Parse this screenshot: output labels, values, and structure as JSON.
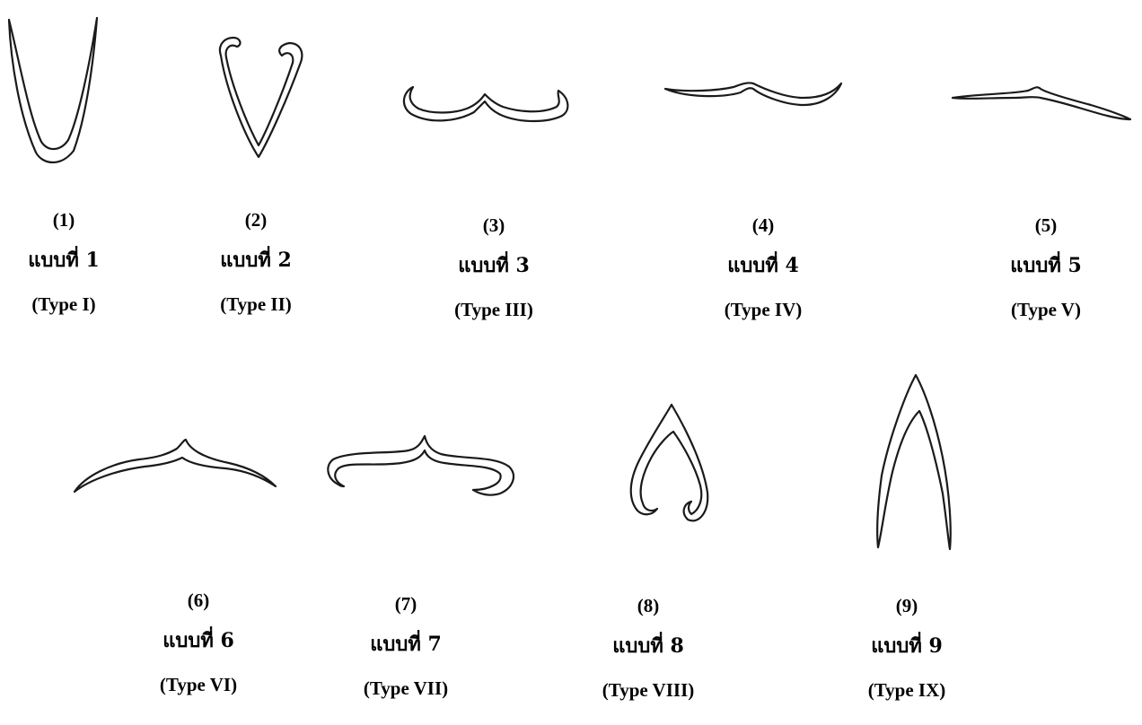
{
  "figures": [
    {
      "num": "(1)",
      "thai": "แบบที่ 1",
      "type": "(Type I)"
    },
    {
      "num": "(2)",
      "thai": "แบบที่ 2",
      "type": "(Type II)"
    },
    {
      "num": "(3)",
      "thai": "แบบที่ 3",
      "type": "(Type III)"
    },
    {
      "num": "(4)",
      "thai": "แบบที่ 4",
      "type": "(Type IV)"
    },
    {
      "num": "(5)",
      "thai": "แบบที่ 5",
      "type": "(Type V)"
    },
    {
      "num": "(6)",
      "thai": "แบบที่ 6",
      "type": "(Type VI)"
    },
    {
      "num": "(7)",
      "thai": "แบบที่ 7",
      "type": "(Type VII)"
    },
    {
      "num": "(8)",
      "thai": "แบบที่ 8",
      "type": "(Type VIII)"
    },
    {
      "num": "(9)",
      "thai": "แบบที่ 9",
      "type": "(Type IX)"
    }
  ]
}
